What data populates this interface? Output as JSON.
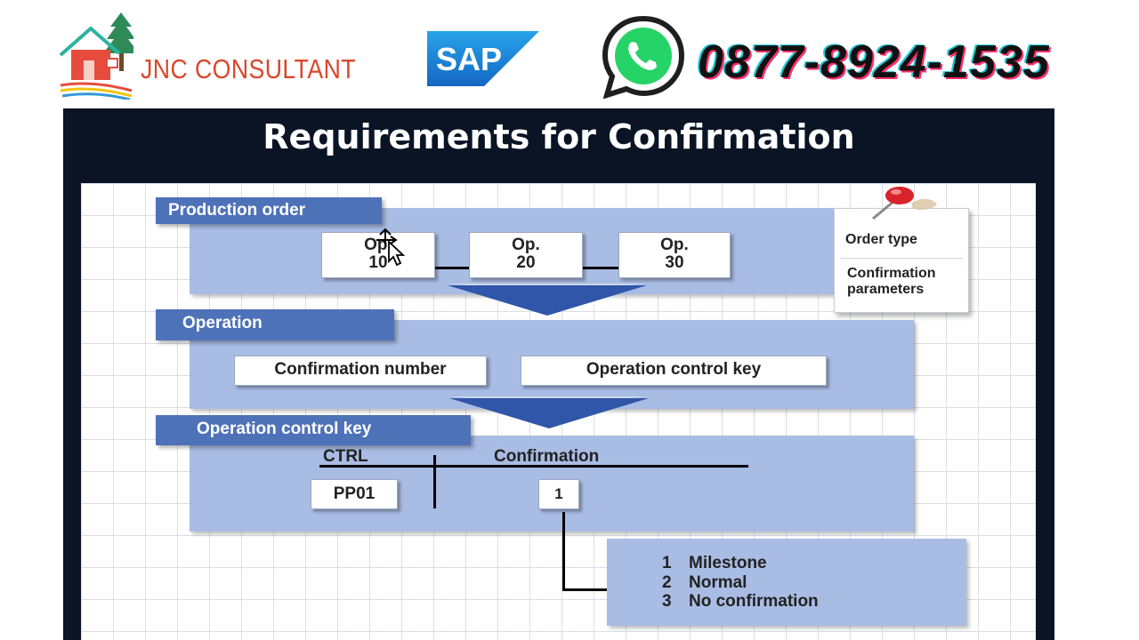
{
  "header": {
    "brand_name": "JNC CONSULTANT",
    "sap_logo_text": "SAP",
    "phone_number": "0877-8924-1535"
  },
  "slide": {
    "title": "Requirements for Confirmation",
    "production_order": {
      "tab_label": "Production order",
      "operations": [
        {
          "line1": "Op.",
          "line2": "10"
        },
        {
          "line1": "Op.",
          "line2": "20"
        },
        {
          "line1": "Op.",
          "line2": "30"
        }
      ]
    },
    "note": {
      "line1": "Order type",
      "line2": "Confirmation",
      "line3": "parameters"
    },
    "operation": {
      "tab_label": "Operation",
      "field1": "Confirmation number",
      "field2": "Operation control key"
    },
    "control_key": {
      "tab_label": "Operation control key",
      "col1_header": "CTRL",
      "col2_header": "Confirmation",
      "ctrl_value": "PP01",
      "confirmation_value": "1"
    },
    "legend": [
      {
        "num": "1",
        "text": "Milestone"
      },
      {
        "num": "2",
        "text": "Normal"
      },
      {
        "num": "3",
        "text": "No confirmation"
      }
    ]
  },
  "colors": {
    "brand_red": "#d9472b",
    "sap_blue": "#1a73c8",
    "whatsapp_green": "#25d366",
    "tab_blue": "#4e72b8",
    "panel_blue": "#a9bce4",
    "slide_background": "#0a1424"
  },
  "icons": [
    "house-tree-logo",
    "sap-logo",
    "whatsapp-icon",
    "pushpin-icon",
    "mouse-cursor-icon"
  ]
}
